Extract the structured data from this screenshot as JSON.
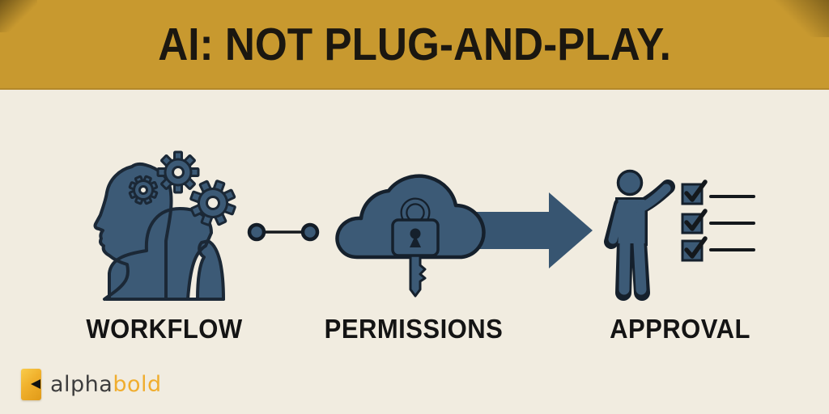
{
  "banner": {
    "title": "AI: NOT PLUG-AND-PLAY."
  },
  "steps": [
    {
      "id": "workflow",
      "label": "WORKFLOW",
      "icon": "head-with-gears-icon"
    },
    {
      "id": "permissions",
      "label": "PERMISSIONS",
      "icon": "cloud-lock-key-icon"
    },
    {
      "id": "approval",
      "label": "APPROVAL",
      "icon": "person-checklist-icon"
    }
  ],
  "connectors": [
    {
      "id": "link",
      "type": "dot-line-dot",
      "between": [
        "workflow",
        "permissions"
      ]
    },
    {
      "id": "arrow",
      "type": "right-arrow",
      "between": [
        "permissions",
        "approval"
      ]
    }
  ],
  "logo": {
    "name_part1": "alpha",
    "name_part2": "bold"
  },
  "colors": {
    "banner_gold": "#c8992f",
    "background_cream": "#f1ece0",
    "icon_blue": "#3c5a76",
    "arrow_blue": "#375571",
    "outline_dark": "#1b2836",
    "title_text": "#1b1710",
    "label_text": "#141414",
    "logo_gold": "#f0ad2e",
    "logo_text_dark": "#3d3d3d"
  }
}
